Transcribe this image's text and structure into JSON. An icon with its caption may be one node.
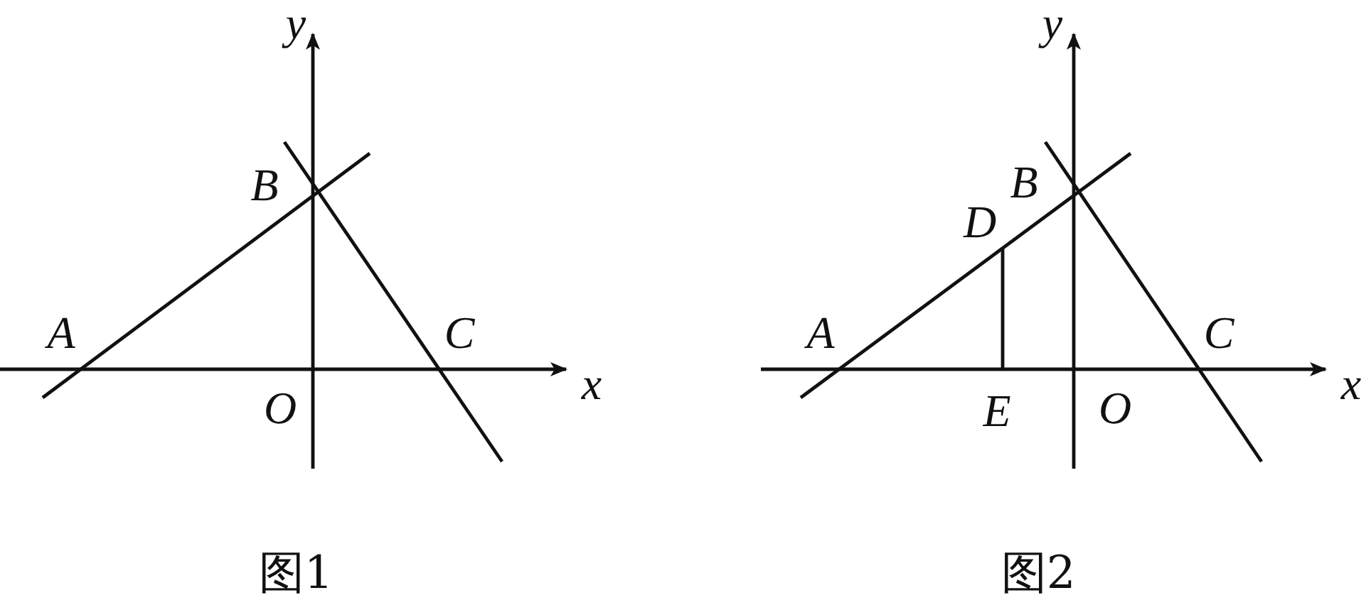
{
  "diagram": {
    "labels": [
      "y",
      "B",
      "A",
      "C",
      "x",
      "O",
      "图1",
      "y",
      "D",
      "B",
      "A",
      "C",
      "x",
      "E",
      "O",
      "图2"
    ]
  }
}
